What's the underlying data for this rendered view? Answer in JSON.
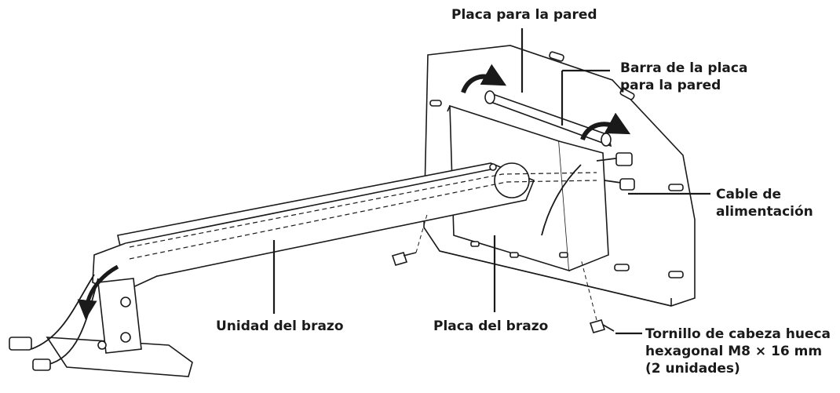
{
  "labels": {
    "wall_plate": "Placa para la pared",
    "wall_plate_bar": [
      "Barra de la placa",
      "para la pared"
    ],
    "power_cable": [
      "Cable de",
      "alimentación"
    ],
    "arm_unit": "Unidad del brazo",
    "arm_plate": "Placa del brazo",
    "screw": [
      "Tornillo de cabeza hueca",
      "hexagonal M8 × 16 mm",
      "(2 unidades)"
    ]
  }
}
